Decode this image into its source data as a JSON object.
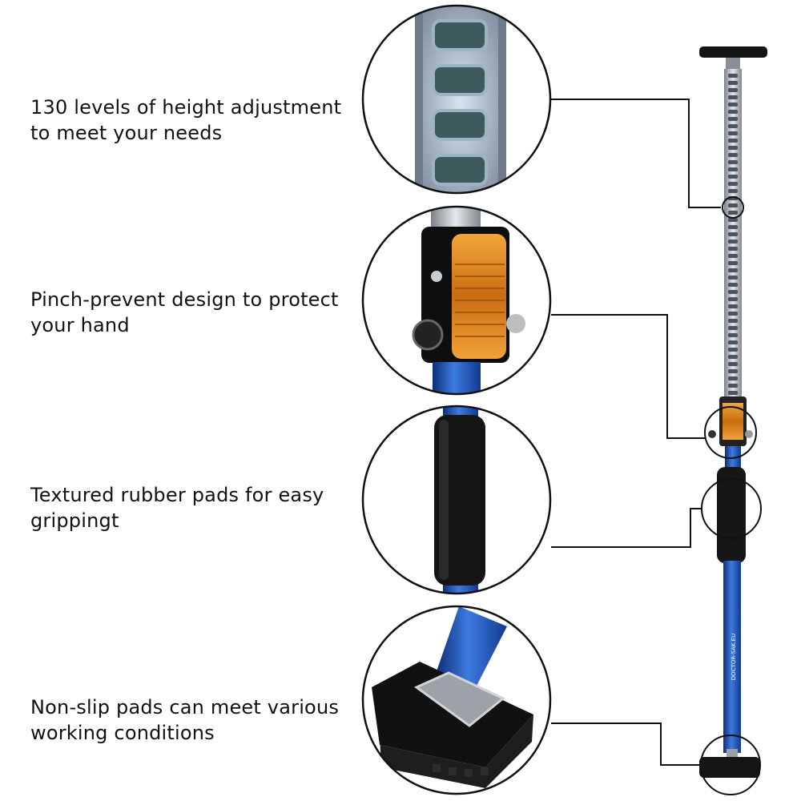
{
  "features": [
    {
      "id": "height-adjustment",
      "text": "130 levels of height adjustment to meet your needs"
    },
    {
      "id": "pinch-prevent",
      "text": "Pinch-prevent design to protect your hand"
    },
    {
      "id": "rubber-pads",
      "text": "Textured rubber pads for easy grippingt"
    },
    {
      "id": "non-slip-pads",
      "text": "Non-slip pads can meet various working conditions"
    }
  ],
  "product": {
    "pole_label": "DOCTOR-SAK.EU",
    "colors": {
      "pole_blue": "#1f55b8",
      "rack_silver": "#b8bcc2",
      "clamp_orange": "#e08a1e",
      "rubber_black": "#161616",
      "callout_line": "#111111"
    }
  }
}
